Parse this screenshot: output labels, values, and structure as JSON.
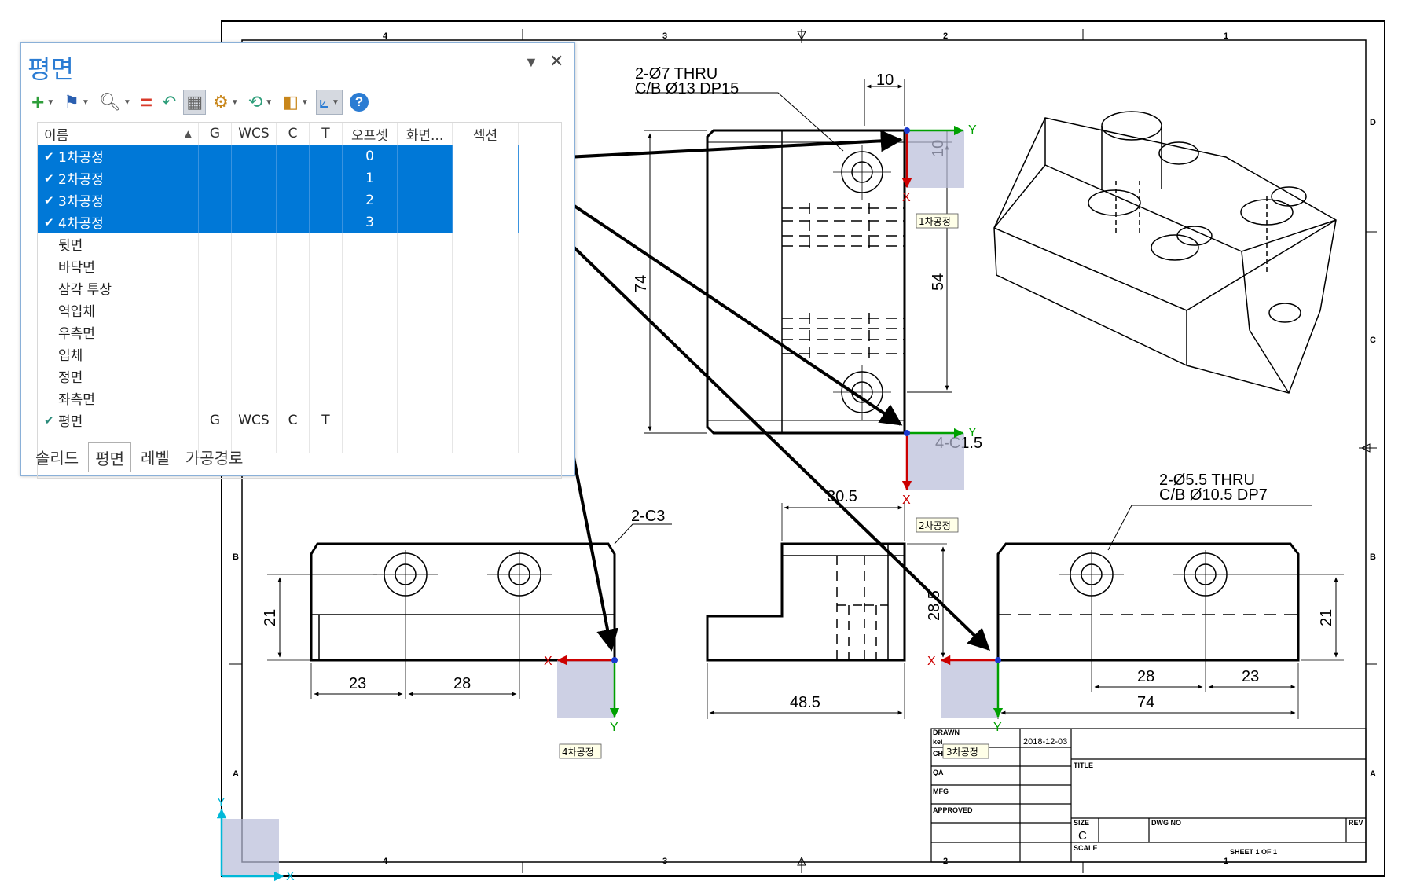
{
  "panel": {
    "title": "평면",
    "columns": [
      "이름",
      "G",
      "WCS",
      "C",
      "T",
      "오프셋",
      "화면...",
      "섹션"
    ],
    "rows": [
      {
        "check": "✔",
        "name": "1차공정",
        "g": "",
        "wcs": "",
        "c": "",
        "t": "",
        "offset": "0",
        "selected": true
      },
      {
        "check": "✔",
        "name": "2차공정",
        "g": "",
        "wcs": "",
        "c": "",
        "t": "",
        "offset": "1",
        "selected": true
      },
      {
        "check": "✔",
        "name": "3차공정",
        "g": "",
        "wcs": "",
        "c": "",
        "t": "",
        "offset": "2",
        "selected": true
      },
      {
        "check": "✔",
        "name": "4차공정",
        "g": "",
        "wcs": "",
        "c": "",
        "t": "",
        "offset": "3",
        "selected": true
      },
      {
        "check": "",
        "name": "뒷면",
        "g": "",
        "wcs": "",
        "c": "",
        "t": "",
        "offset": "",
        "selected": false
      },
      {
        "check": "",
        "name": "바닥면",
        "g": "",
        "wcs": "",
        "c": "",
        "t": "",
        "offset": "",
        "selected": false
      },
      {
        "check": "",
        "name": "삼각 투상",
        "g": "",
        "wcs": "",
        "c": "",
        "t": "",
        "offset": "",
        "selected": false
      },
      {
        "check": "",
        "name": "역입체",
        "g": "",
        "wcs": "",
        "c": "",
        "t": "",
        "offset": "",
        "selected": false
      },
      {
        "check": "",
        "name": "우측면",
        "g": "",
        "wcs": "",
        "c": "",
        "t": "",
        "offset": "",
        "selected": false
      },
      {
        "check": "",
        "name": "입체",
        "g": "",
        "wcs": "",
        "c": "",
        "t": "",
        "offset": "",
        "selected": false
      },
      {
        "check": "",
        "name": "정면",
        "g": "",
        "wcs": "",
        "c": "",
        "t": "",
        "offset": "",
        "selected": false
      },
      {
        "check": "",
        "name": "좌측면",
        "g": "",
        "wcs": "",
        "c": "",
        "t": "",
        "offset": "",
        "selected": false
      },
      {
        "check": "✔",
        "name": "평면",
        "g": "G",
        "wcs": "WCS",
        "c": "C",
        "t": "T",
        "offset": "",
        "selected": false
      }
    ],
    "tabs": [
      "솔리드",
      "평면",
      "레벨",
      "가공경로"
    ],
    "active_tab": "평면",
    "toolbar_icons": [
      "add-icon",
      "plane-flag-icon",
      "search-icon",
      "equal-icon",
      "undo-icon",
      "calculator-icon",
      "gear-icon",
      "refresh-icon",
      "box-icon",
      "axes-icon",
      "help-icon"
    ]
  },
  "drawing": {
    "notes": {
      "top_hole": [
        "2-Ø7 THRU",
        "C/B Ø13 DP15"
      ],
      "right_hole": [
        "2-Ø5.5 THRU",
        "C/B Ø10.5 DP7"
      ],
      "chamfer_left": "2-C3",
      "chamfer_top": "4-C1.5"
    },
    "dims": {
      "top_width": "10",
      "top_right_small": "10",
      "plan_height": "74",
      "plan_inner": "54",
      "front_height": "21",
      "front_a": "23",
      "front_b": "28",
      "side_top": "30.5",
      "side_height": "28.5",
      "side_width": "48.5",
      "right_height": "21",
      "right_a": "28",
      "right_b": "23",
      "right_total": "74"
    },
    "plane_tags": [
      "1차공정",
      "2차공정",
      "3차공정",
      "4차공정"
    ],
    "axis_labels": {
      "x": "X",
      "y": "Y"
    },
    "zone_numbers": [
      "4",
      "3",
      "2",
      "1"
    ],
    "zone_letters": [
      "D",
      "C",
      "B",
      "A"
    ],
    "title_block": {
      "drawn": "DRAWN",
      "drawn_name": "kel",
      "date": "2018-12-03",
      "checked": "CHK",
      "qa": "QA",
      "mfg": "MFG",
      "approved": "APPROVED",
      "title": "TITLE",
      "size_label": "SIZE",
      "size": "C",
      "dwg_no": "DWG NO",
      "rev": "REV",
      "scale": "SCALE",
      "sheet": "SHEET 1 OF 1"
    }
  },
  "colors": {
    "accent": "#0078d7",
    "x_axis": "#cc0000",
    "y_axis": "#00a000",
    "plane_fill": "#b8bcd8",
    "wcs_axis": "#00b8d8"
  }
}
